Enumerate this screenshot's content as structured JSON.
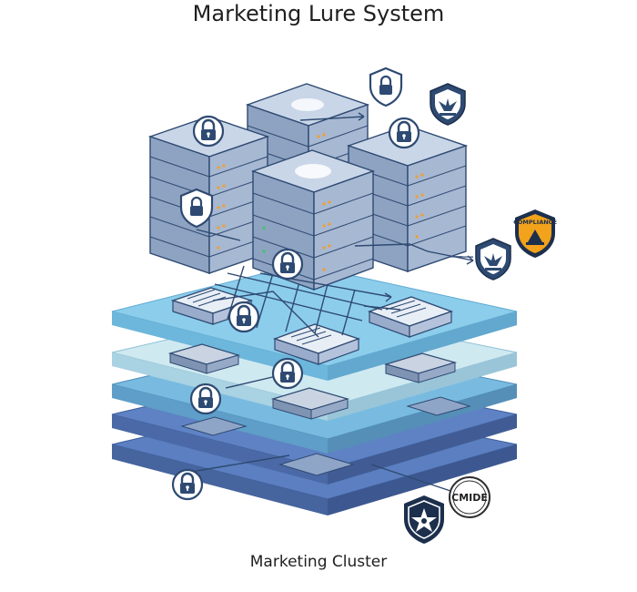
{
  "title": "Marketing Lure System",
  "caption": "Marketing Cluster",
  "badges": {
    "compliance": "COMPLIANCE",
    "cmide": "CMIDE"
  },
  "icons": [
    "lock-icon",
    "shield-lock-icon",
    "shield-eagle-badge-icon",
    "compliance-badge-icon",
    "cmide-seal-icon",
    "shield-star-badge-icon"
  ],
  "colors": {
    "server_body": "#8ea3c2",
    "server_top": "#c9d6e8",
    "layer_light": "#a9d8ee",
    "layer_mid": "#6fb2d9",
    "layer_dark": "#5577b8",
    "line": "#2e4a72",
    "compliance_bg": "#f2a21b"
  }
}
